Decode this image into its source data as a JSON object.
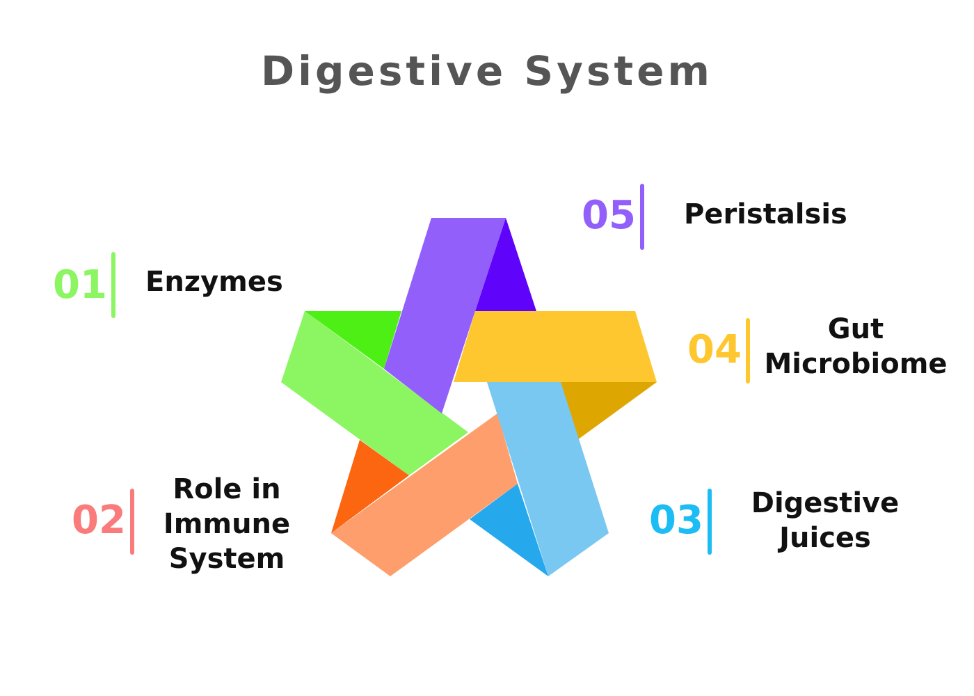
{
  "title": "Digestive System",
  "colors": {
    "green_light": "#8BF562",
    "green_dark": "#4EEF14",
    "purple_light": "#935FFB",
    "purple_dark": "#5F03FB",
    "yellow_light": "#FEC72F",
    "yellow_dark": "#DEA600",
    "blue_light": "#79C8F1",
    "blue_dark": "#25A8EC",
    "orange_light": "#FD9E6C",
    "orange_dark": "#FC6611"
  },
  "items": [
    {
      "number": "01",
      "lines": [
        "Enzymes"
      ],
      "color": "#8BF562"
    },
    {
      "number": "02",
      "lines": [
        "Role in",
        "Immune",
        "System"
      ],
      "color": "#F97B7B"
    },
    {
      "number": "03",
      "lines": [
        "Digestive",
        "Juices"
      ],
      "color": "#1CBCF4"
    },
    {
      "number": "04",
      "lines": [
        "Gut",
        "Microbiome"
      ],
      "color": "#FEC72F"
    },
    {
      "number": "05",
      "lines": [
        "Peristalsis"
      ],
      "color": "#935FFB"
    }
  ]
}
